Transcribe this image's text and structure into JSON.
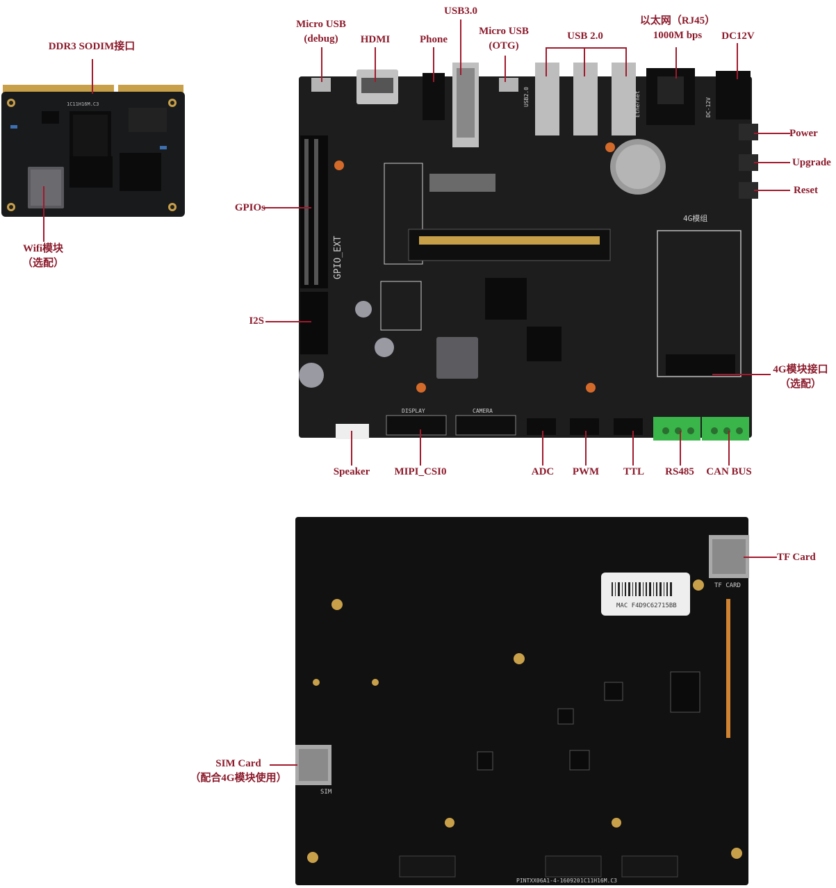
{
  "colors": {
    "label": "#8b1a2b",
    "leader": "#a0192c",
    "pcb": "#1c1c1c",
    "pcb_dark": "#0e0e0e",
    "terminal": "#39b54a",
    "gold": "#c9a04a"
  },
  "labels": {
    "ddr3": "DDR3 SODIM接口",
    "wifi": [
      "Wifi模块",
      "（选配）"
    ],
    "micro_usb_debug": [
      "Micro USB",
      "(debug)"
    ],
    "hdmi": "HDMI",
    "phone": "Phone",
    "usb3": "USB3.0",
    "micro_usb_otg": [
      "Micro USB",
      "(OTG)"
    ],
    "usb2": "USB 2.0",
    "ethernet": [
      "以太网（RJ45）",
      "1000M bps"
    ],
    "dc12v": "DC12V",
    "power": "Power",
    "upgrade": "Upgrade",
    "reset": "Reset",
    "gpios": "GPIOs",
    "i2s": "I2S",
    "module_4g": [
      "4G模块接口",
      "（选配）"
    ],
    "speaker": "Speaker",
    "mipi": "MIPI_CSI0",
    "adc": "ADC",
    "pwm": "PWM",
    "ttl": "TTL",
    "rs485": "RS485",
    "canbus": "CAN BUS",
    "tf_card": "TF Card",
    "sim_card": [
      "SIM Card",
      "（配合4G模块使用）"
    ]
  },
  "silkscreen": {
    "som_marking": "1C11H16M.C3",
    "gpio_ext": "GPIO_EXT",
    "module_4g": "4G模组",
    "display": "DISPLAY",
    "camera": "CAMERA",
    "usb20": "USB2.0",
    "ethernet": "Ethernet",
    "dc12v": "DC-12V",
    "mac": "MAC F4D9C62715BB",
    "tf_card": "TF CARD",
    "sim": "SIM",
    "board_id": "PINTXX06A1-4-160920"
  }
}
